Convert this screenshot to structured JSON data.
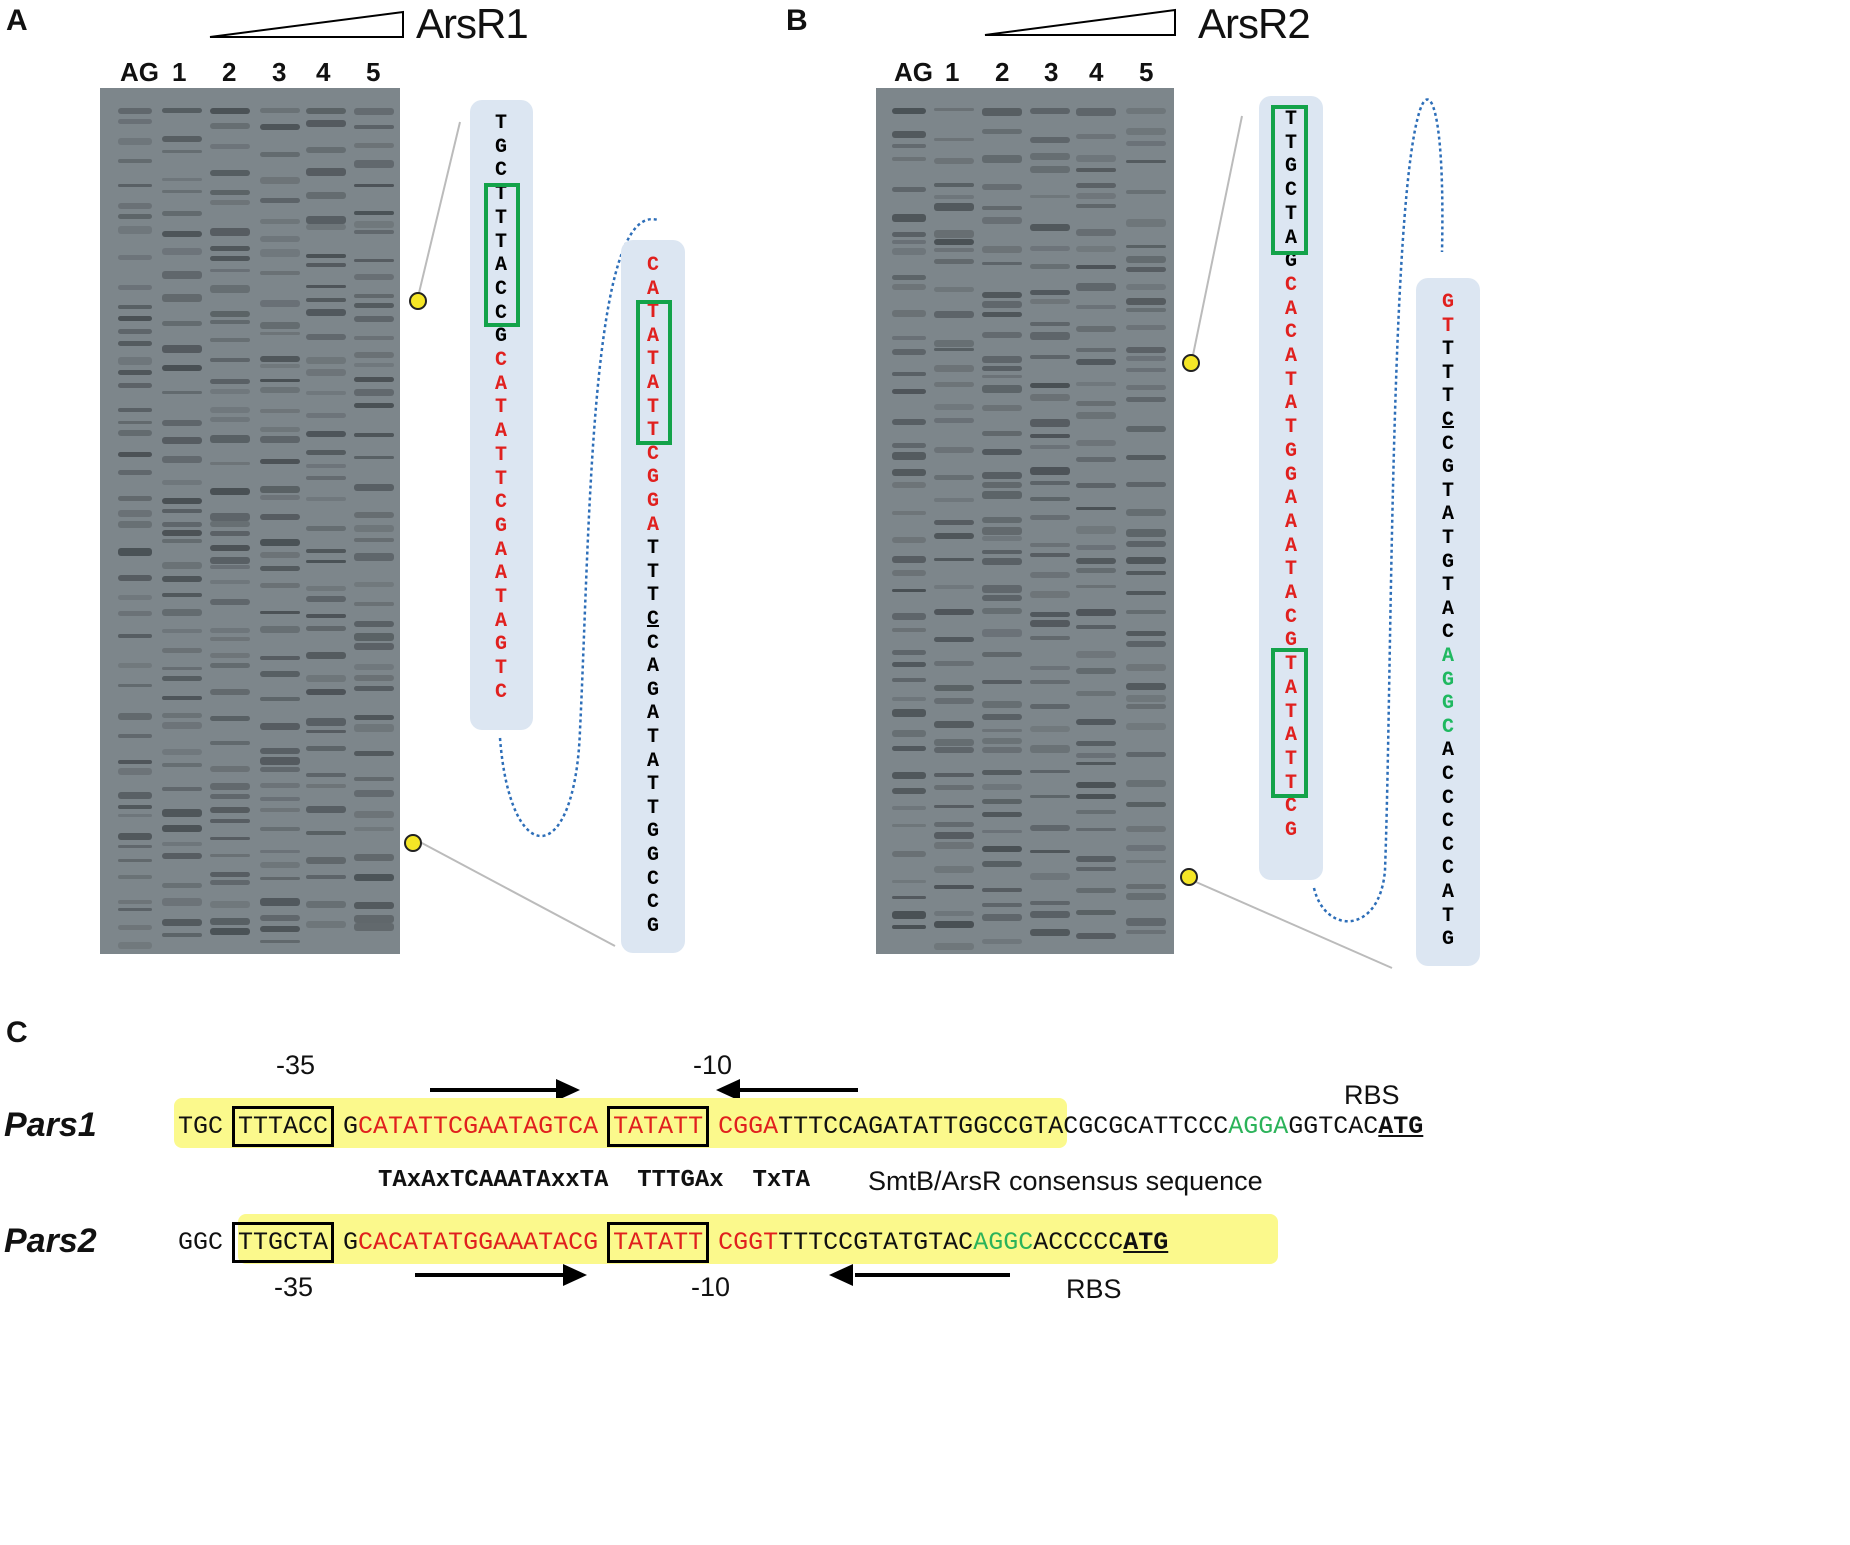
{
  "panel_a": {
    "letter": "A",
    "protein": "ArsR1",
    "lanes": [
      "AG",
      "1",
      "2",
      "3",
      "4",
      "5"
    ],
    "left_column": [
      [
        "T",
        "black"
      ],
      [
        "G",
        "black"
      ],
      [
        "C",
        "black"
      ],
      [
        "T",
        "black"
      ],
      [
        "T",
        "black"
      ],
      [
        "T",
        "black"
      ],
      [
        "A",
        "black"
      ],
      [
        "C",
        "black"
      ],
      [
        "C",
        "black"
      ],
      [
        "G",
        "black"
      ],
      [
        "C",
        "red"
      ],
      [
        "A",
        "red"
      ],
      [
        "T",
        "red"
      ],
      [
        "A",
        "red"
      ],
      [
        "T",
        "red"
      ],
      [
        "T",
        "red"
      ],
      [
        "C",
        "red"
      ],
      [
        "G",
        "red"
      ],
      [
        "A",
        "red"
      ],
      [
        "A",
        "red"
      ],
      [
        "T",
        "red"
      ],
      [
        "A",
        "red"
      ],
      [
        "G",
        "red"
      ],
      [
        "T",
        "red"
      ],
      [
        "C",
        "red"
      ]
    ],
    "right_column": [
      [
        "C",
        "red"
      ],
      [
        "A",
        "red"
      ],
      [
        "T",
        "red"
      ],
      [
        "A",
        "red"
      ],
      [
        "T",
        "red"
      ],
      [
        "A",
        "red"
      ],
      [
        "T",
        "red"
      ],
      [
        "T",
        "red"
      ],
      [
        "C",
        "red"
      ],
      [
        "G",
        "red"
      ],
      [
        "G",
        "red"
      ],
      [
        "A",
        "red"
      ],
      [
        "T",
        "black"
      ],
      [
        "T",
        "black"
      ],
      [
        "T",
        "black"
      ],
      [
        "C",
        "black-u"
      ],
      [
        "C",
        "black"
      ],
      [
        "A",
        "black"
      ],
      [
        "G",
        "black"
      ],
      [
        "A",
        "black"
      ],
      [
        "T",
        "black"
      ],
      [
        "A",
        "black"
      ],
      [
        "T",
        "black"
      ],
      [
        "T",
        "black"
      ],
      [
        "G",
        "black"
      ],
      [
        "G",
        "black"
      ],
      [
        "C",
        "black"
      ],
      [
        "C",
        "black"
      ],
      [
        "G",
        "black"
      ]
    ]
  },
  "panel_b": {
    "letter": "B",
    "protein": "ArsR2",
    "lanes": [
      "AG",
      "1",
      "2",
      "3",
      "4",
      "5"
    ],
    "left_column": [
      [
        "T",
        "black"
      ],
      [
        "T",
        "black"
      ],
      [
        "G",
        "black"
      ],
      [
        "C",
        "black"
      ],
      [
        "T",
        "black"
      ],
      [
        "A",
        "black"
      ],
      [
        "G",
        "black"
      ],
      [
        "C",
        "red"
      ],
      [
        "A",
        "red"
      ],
      [
        "C",
        "red"
      ],
      [
        "A",
        "red"
      ],
      [
        "T",
        "red"
      ],
      [
        "A",
        "red"
      ],
      [
        "T",
        "red"
      ],
      [
        "G",
        "red"
      ],
      [
        "G",
        "red"
      ],
      [
        "A",
        "red"
      ],
      [
        "A",
        "red"
      ],
      [
        "A",
        "red"
      ],
      [
        "T",
        "red"
      ],
      [
        "A",
        "red"
      ],
      [
        "C",
        "red"
      ],
      [
        "G",
        "red"
      ],
      [
        "T",
        "red"
      ],
      [
        "A",
        "red"
      ],
      [
        "T",
        "red"
      ],
      [
        "A",
        "red"
      ],
      [
        "T",
        "red"
      ],
      [
        "T",
        "red"
      ],
      [
        "C",
        "red"
      ],
      [
        "G",
        "red"
      ]
    ],
    "right_column": [
      [
        "G",
        "red"
      ],
      [
        "T",
        "red"
      ],
      [
        "T",
        "black"
      ],
      [
        "T",
        "black"
      ],
      [
        "T",
        "black"
      ],
      [
        "C",
        "black-u"
      ],
      [
        "C",
        "black"
      ],
      [
        "G",
        "black"
      ],
      [
        "T",
        "black"
      ],
      [
        "A",
        "black"
      ],
      [
        "T",
        "black"
      ],
      [
        "G",
        "black"
      ],
      [
        "T",
        "black"
      ],
      [
        "A",
        "black"
      ],
      [
        "C",
        "black"
      ],
      [
        "A",
        "green"
      ],
      [
        "G",
        "green"
      ],
      [
        "G",
        "green"
      ],
      [
        "C",
        "green"
      ],
      [
        "A",
        "black"
      ],
      [
        "C",
        "black"
      ],
      [
        "C",
        "black"
      ],
      [
        "C",
        "black"
      ],
      [
        "C",
        "black"
      ],
      [
        "C",
        "black"
      ],
      [
        "A",
        "black"
      ],
      [
        "T",
        "black"
      ],
      [
        "G",
        "black"
      ]
    ]
  },
  "panel_c": {
    "letter": "C",
    "pars1": {
      "label": "Pars1",
      "minus35": "-35",
      "minus10": "-10",
      "rbs": "RBS",
      "seq_a": "TGC ",
      "seq_box1": "TTTACC",
      "seq_b": " G",
      "seq_red1": "CATATTCGAATAGTCA",
      "seq_c": " ",
      "seq_box2": "TATATT",
      "seq_d": " ",
      "seq_red2": "CGGA",
      "seq_e": "TTTCCAGATATTG",
      "seq_f": "GCCGTACGCGCATTCCC",
      "seq_green": "AGGA",
      "seq_g": "GGTCAC",
      "seq_atg": "ATG"
    },
    "consensus": {
      "seq": "TAxAxTCAAATAxxTA  TTTGAx  TxTA",
      "label": "SmtB/ArsR consensus sequence"
    },
    "pars2": {
      "label": "Pars2",
      "minus35": "-35",
      "minus10": "-10",
      "rbs": "RBS",
      "seq_a": "GGC ",
      "seq_box1": "TTGCTA",
      "seq_b": " G",
      "seq_red1": "CACATATGGAAATACG",
      "seq_c": " ",
      "seq_box2": "TATATT",
      "seq_d": " ",
      "seq_red2": "CGGT",
      "seq_e": "TTTCCGTATGTAC",
      "seq_green": "AGGC",
      "seq_g": "ACCCCC",
      "seq_atg": "ATG"
    }
  },
  "colors": {
    "red": "#e0201e",
    "green_box": "#13a34a",
    "highlight": "#fbf98c",
    "column_bg": "#dce6f2",
    "dot": "#f5e626"
  }
}
